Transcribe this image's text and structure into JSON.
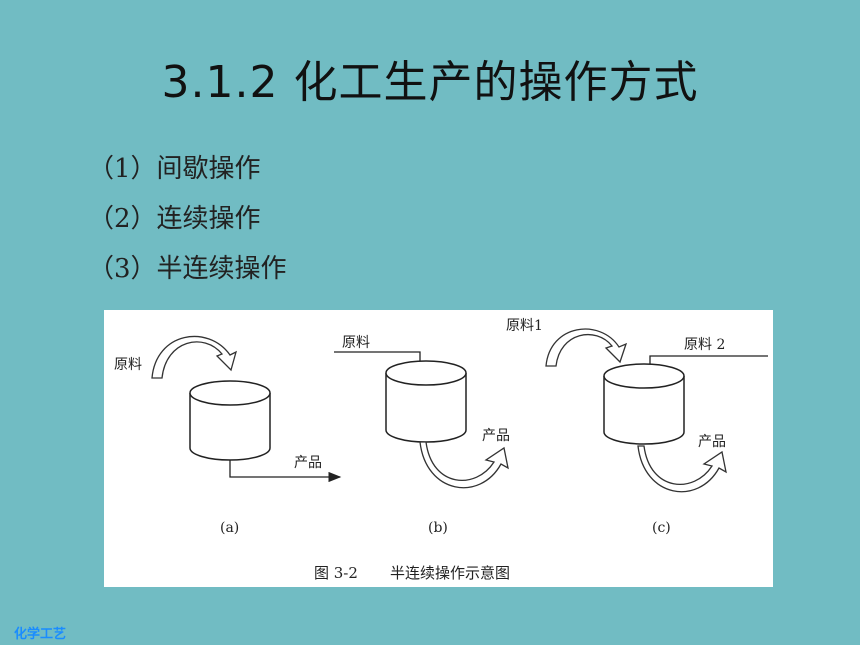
{
  "slide": {
    "title": "3.1.2 化工生产的操作方式",
    "items": [
      "（1）间歇操作",
      "（2）连续操作",
      "（3）半连续操作"
    ],
    "footer": "化学工艺"
  },
  "figure": {
    "labels": {
      "a_feed": "原料",
      "a_product": "产品",
      "b_feed": "原料",
      "b_product": "产品",
      "c_feed1": "原料1",
      "c_feed2": "原料 2",
      "c_product": "产品"
    },
    "sub_labels": [
      "(a)",
      "(b)",
      "(c)"
    ],
    "caption_no": "图 3-2",
    "caption": "半连续操作示意图"
  }
}
